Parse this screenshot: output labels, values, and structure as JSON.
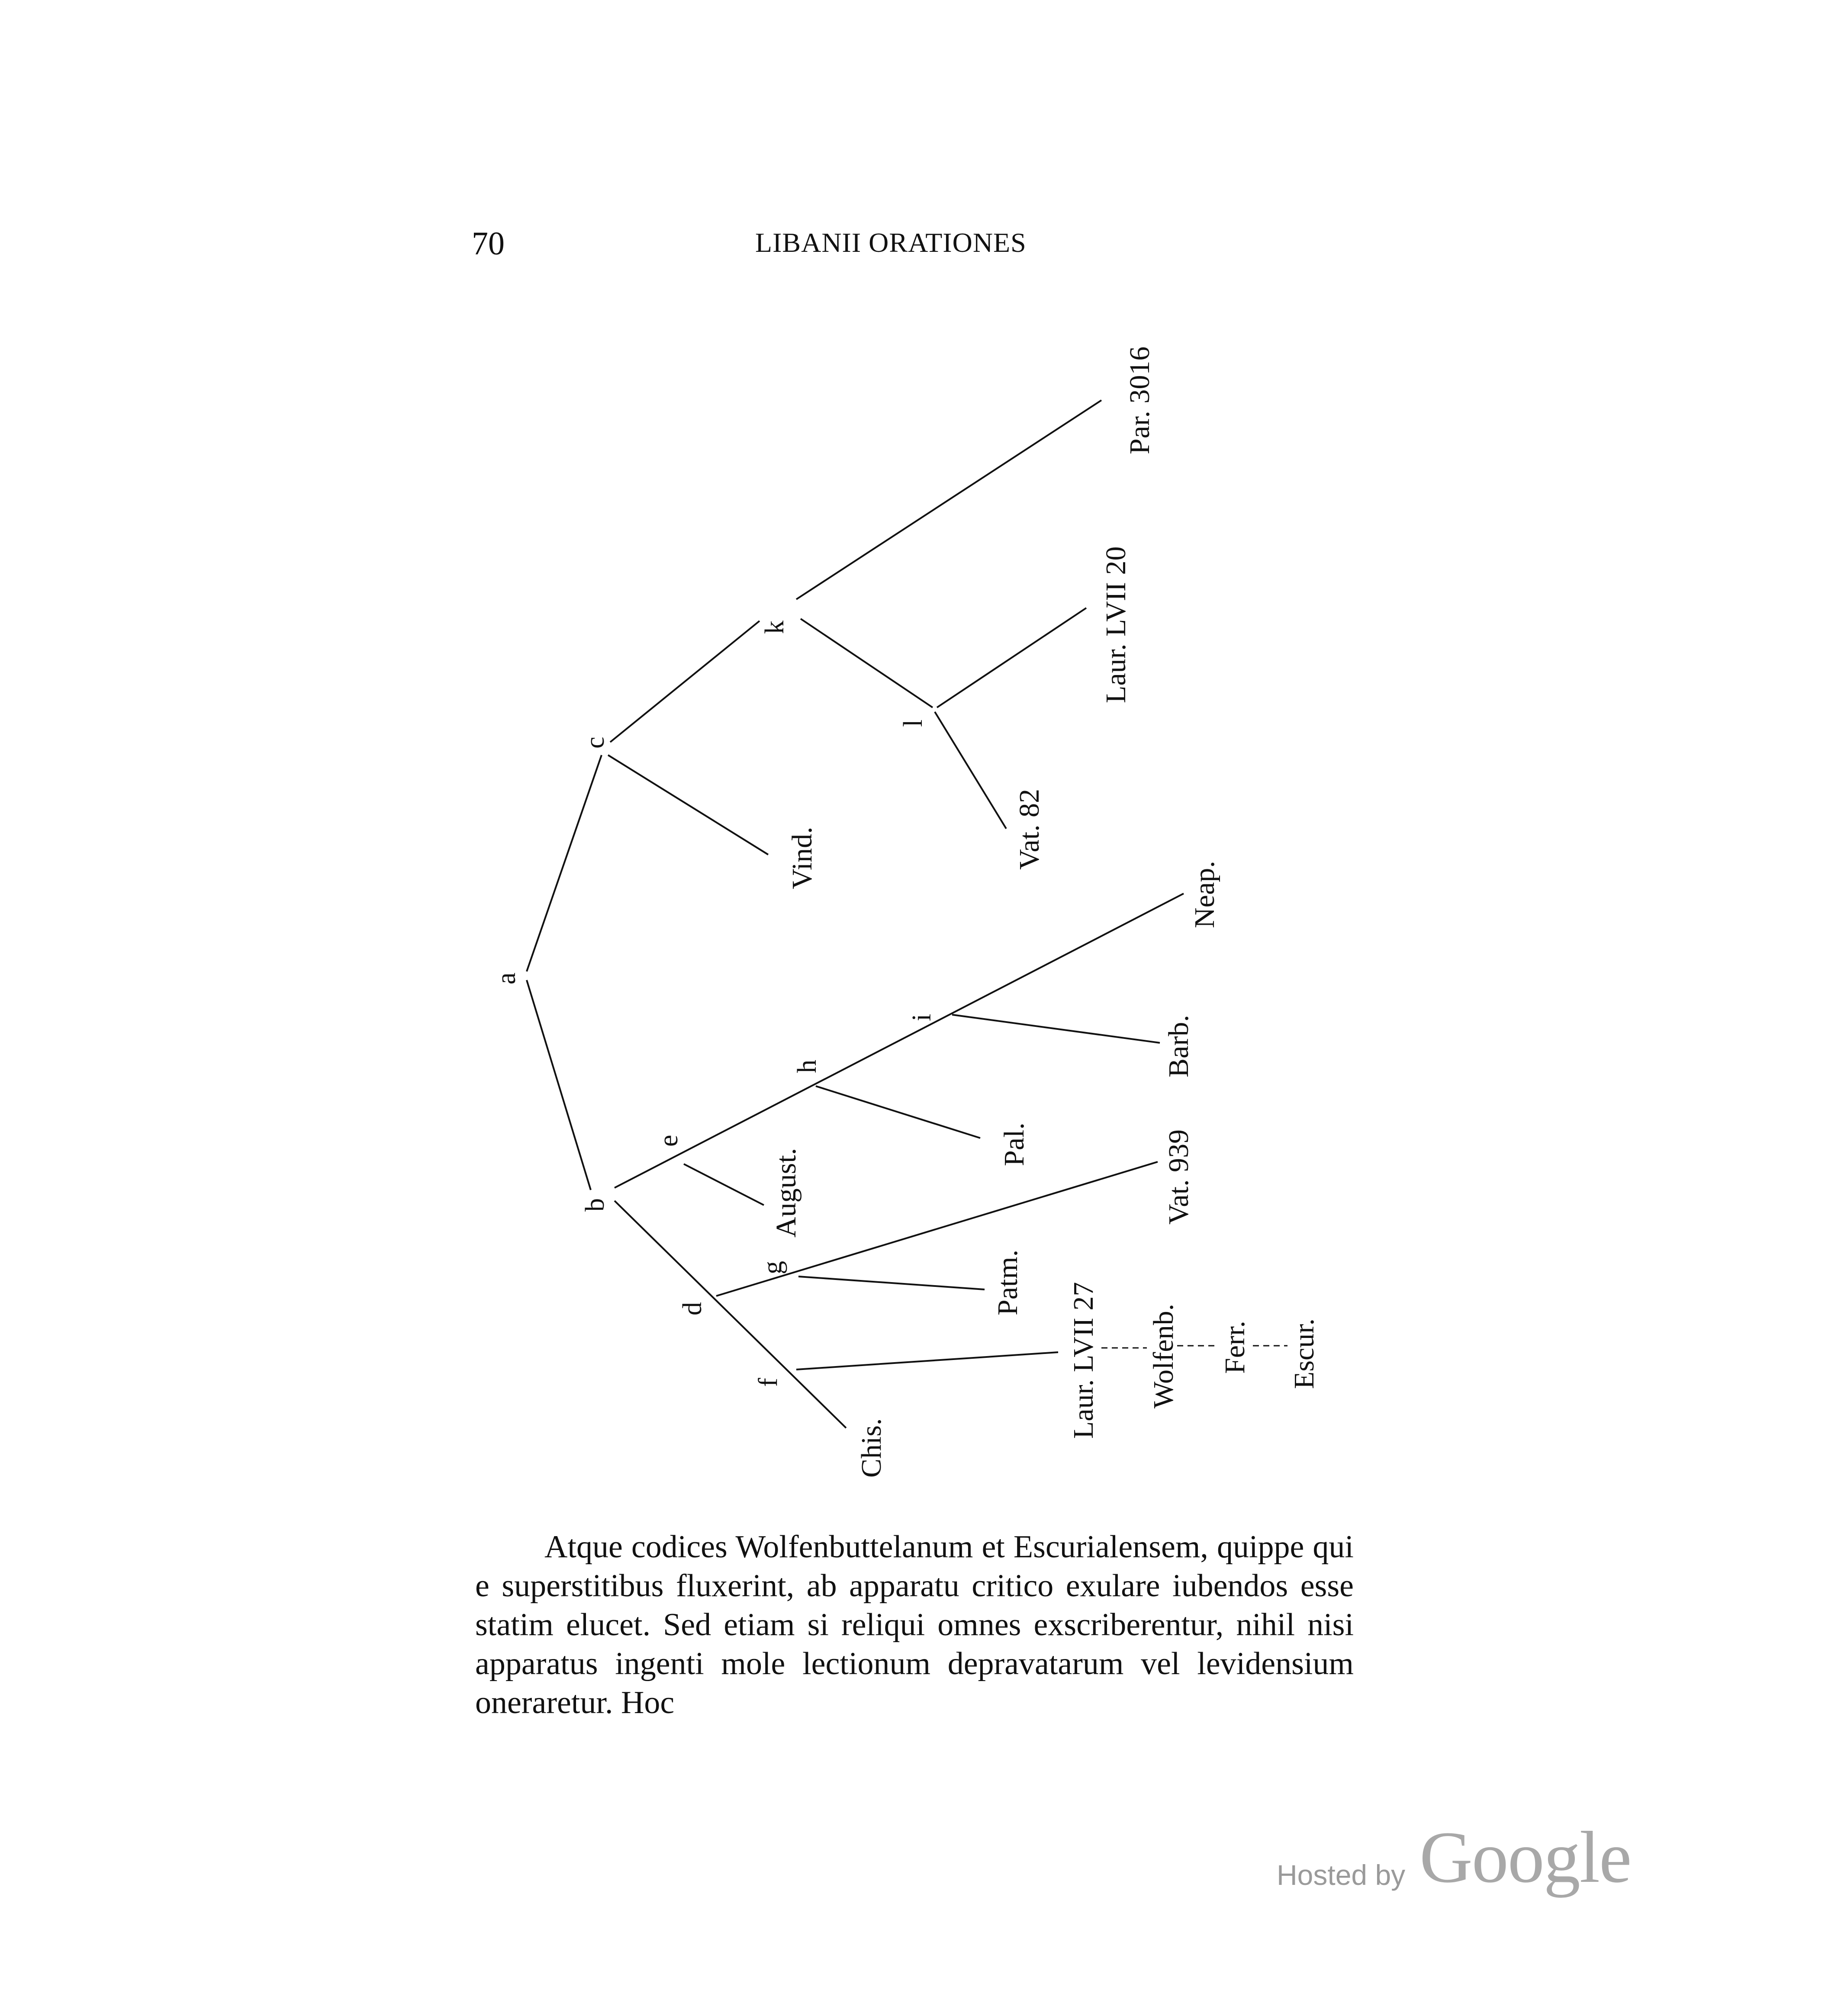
{
  "header": {
    "page_number": "70",
    "title": "LIBANII ORATIONES"
  },
  "stemma": {
    "nodes": {
      "a": "a",
      "b": "b",
      "c": "c",
      "d": "d",
      "e": "e",
      "f": "f",
      "g": "g",
      "h": "h",
      "i": "i",
      "k": "k",
      "l": "l"
    },
    "manuscripts": {
      "par": "Par. 3016",
      "laur20": "Laur. LVII 20",
      "vat82": "Vat. 82",
      "vind": "Vind.",
      "neap": "Neap.",
      "barb": "Barb.",
      "pal": "Pal.",
      "august": "August.",
      "vat939": "Vat. 939",
      "patm": "Patm.",
      "laur27": "Laur. LVII 27",
      "wolfenb": "Wolfenb.",
      "ferr": "Ferr.",
      "escur": "Escur.",
      "chis": "Chis."
    }
  },
  "body": {
    "paragraph": "Atque codices Wolfenbuttelanum et Escurialensem, quippe qui e superstitibus fluxerint, ab apparatu critico exulare iubendos esse statim elucet. Sed etiam si reliqui omnes exscriberentur, nihil nisi apparatus ingenti mole lectionum depravatarum vel levidensium oneraretur. Hoc"
  },
  "watermark": {
    "hosted_by": "Hosted by",
    "brand": "Google"
  }
}
